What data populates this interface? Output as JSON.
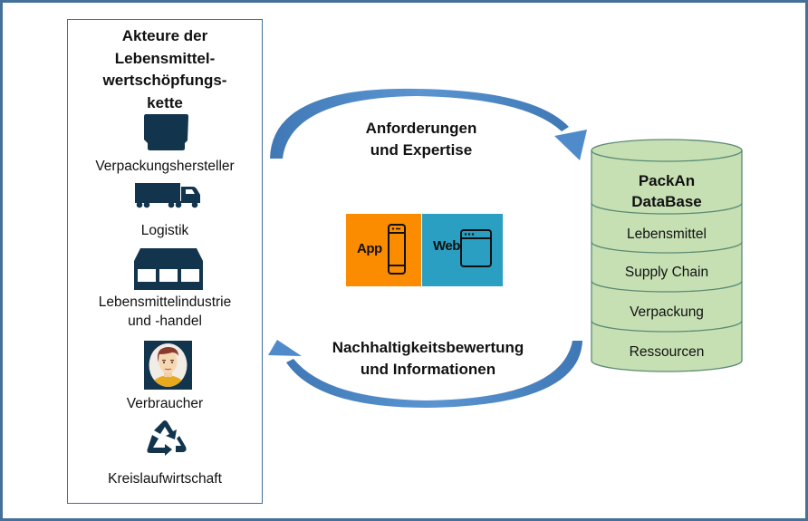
{
  "actors_panel": {
    "title_lines": [
      "Akteure der",
      "Lebensmittel-",
      "wertschöpfungs-",
      "kette"
    ],
    "items": [
      {
        "label": "Verpackungshersteller",
        "icon": "packaging-tray-icon"
      },
      {
        "label": "Logistik",
        "icon": "truck-icon"
      },
      {
        "label_lines": [
          "Lebensmittelindustrie",
          "und -handel"
        ],
        "icon": "store-icon"
      },
      {
        "label": "Verbraucher",
        "icon": "consumer-avatar-icon"
      },
      {
        "label": "Kreislaufwirtschaft",
        "icon": "recycle-icon"
      }
    ]
  },
  "flows": {
    "top": {
      "lines": [
        "Anforderungen",
        "und Expertise"
      ],
      "direction": "to-database"
    },
    "bottom": {
      "lines": [
        "Nachhaltigkeitsbewertung",
        "und Informationen"
      ],
      "direction": "to-actors"
    }
  },
  "platforms": [
    {
      "label": "App",
      "icon": "smartphone-icon",
      "color": "#fb8c00"
    },
    {
      "label": "Web",
      "icon": "browser-window-icon",
      "color": "#2a9fc2"
    }
  ],
  "database": {
    "title_lines": [
      "PackAn",
      "DataBase"
    ],
    "sections": [
      "Lebensmittel",
      "Supply Chain",
      "Verpackung",
      "Ressourcen"
    ],
    "fill_color": "#c6e0b4",
    "stroke_color": "#5a8a73"
  },
  "colors": {
    "frame": "#44709a",
    "icon_dark": "#12344d",
    "arrow": "#4a85c5"
  }
}
